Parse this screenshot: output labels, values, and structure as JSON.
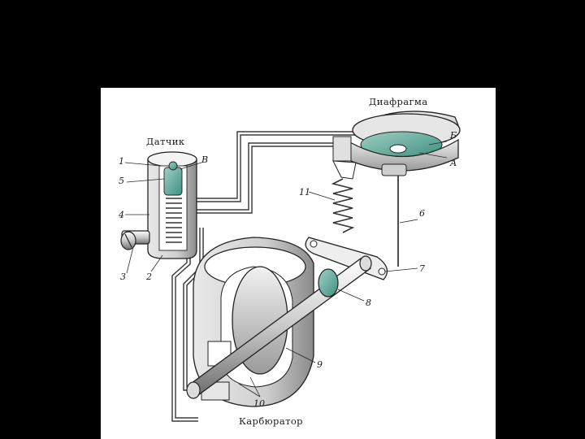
{
  "header": {
    "partial_text": ""
  },
  "figure": {
    "titles": {
      "diaphragm": "Диафрагма",
      "sensor": "Датчик",
      "carburetor": "Карбюратор"
    },
    "letters": {
      "b": "Б",
      "a": "А",
      "v": "В"
    },
    "callouts": [
      "1",
      "2",
      "3",
      "4",
      "5",
      "6",
      "7",
      "8",
      "9",
      "10",
      "11"
    ]
  },
  "colors": {
    "background": "#000000",
    "panel": "#ffffff",
    "tint": "#3f8f80",
    "metal": "#d8d8d8"
  }
}
